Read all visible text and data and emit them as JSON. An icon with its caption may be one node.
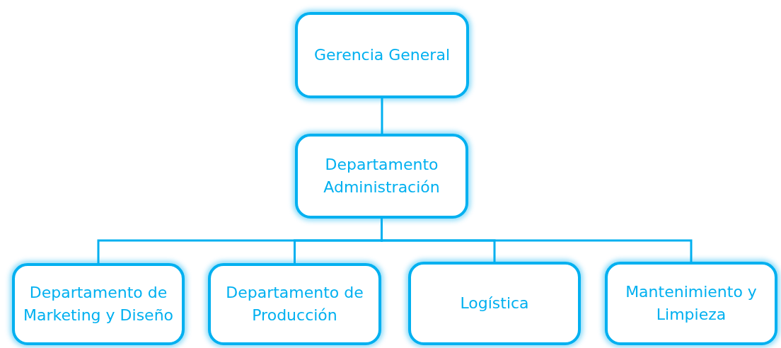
{
  "diagram": {
    "nodes": [
      {
        "text": [
          "Gerencia General"
        ]
      },
      {
        "text": [
          "Departamento Administración"
        ]
      },
      {
        "text": [
          "Departamento de Marketing y Diseño"
        ]
      },
      {
        "text": [
          "Departamento de Producción"
        ]
      },
      {
        "text": [
          "Logística"
        ]
      },
      {
        "text": [
          "Mantenimiento y Limpieza"
        ]
      }
    ],
    "edges": [
      {
        "from": 0,
        "to": 1,
        "arrow": "none"
      },
      {
        "from": 1,
        "to": 2,
        "arrow": "none"
      },
      {
        "from": 1,
        "to": 3,
        "arrow": "none"
      },
      {
        "from": 1,
        "to": 4,
        "arrow": "none"
      },
      {
        "from": 1,
        "to": 5,
        "arrow": "none"
      }
    ]
  }
}
